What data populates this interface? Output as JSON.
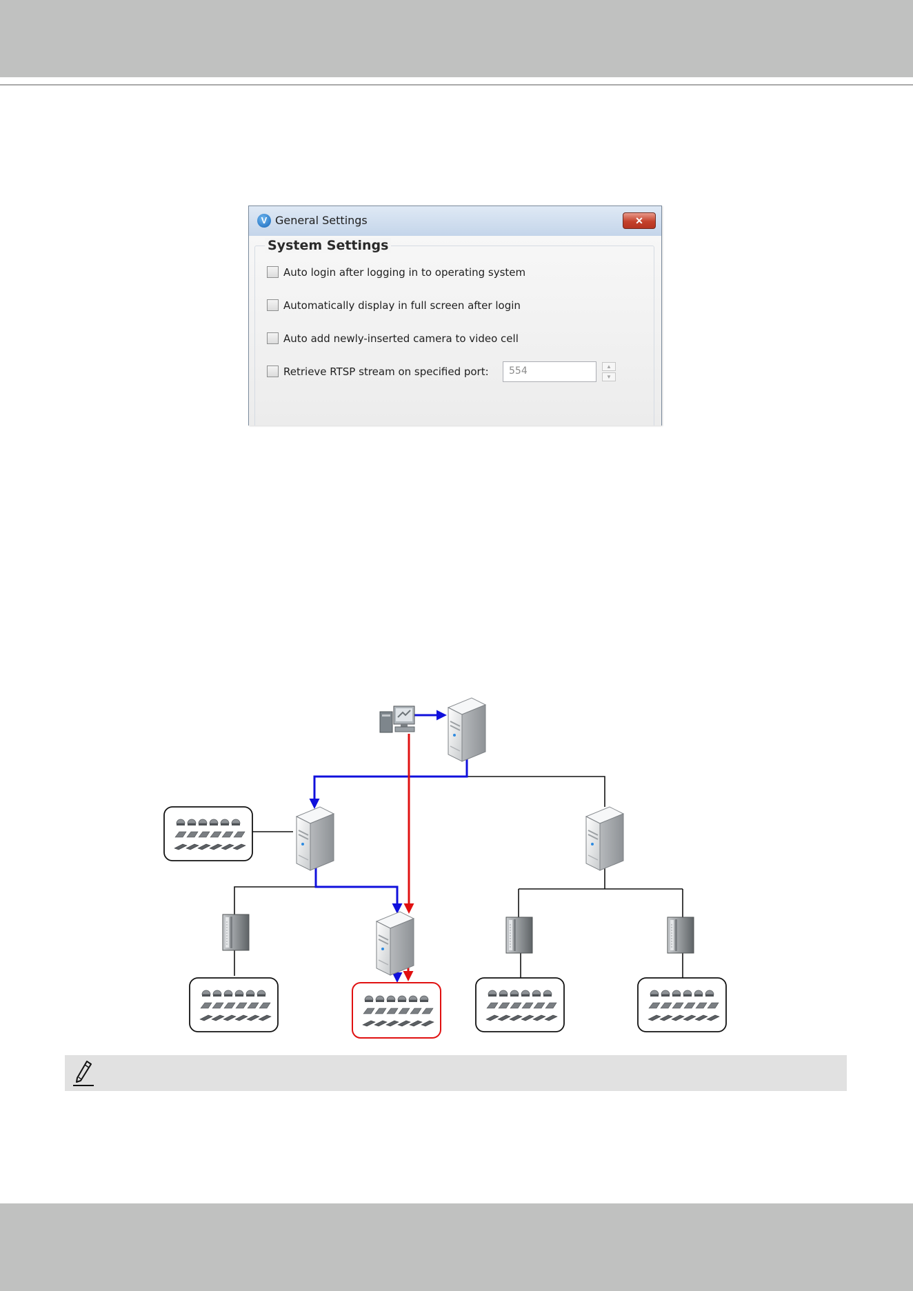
{
  "dialog": {
    "title": "General Settings",
    "close_glyph": "✕",
    "app_icon_glyph": "V",
    "group_title": "System Settings",
    "options": [
      {
        "label": "Auto login after logging in to operating system",
        "checked": false
      },
      {
        "label": "Automatically display in full screen after login",
        "checked": false
      },
      {
        "label": "Auto add newly-inserted camera to video cell",
        "checked": false
      },
      {
        "label": "Retrieve RTSP stream on specified port:",
        "checked": false
      }
    ],
    "rtsp_port": "554",
    "spin_up_glyph": "▲",
    "spin_down_glyph": "▼"
  },
  "diagram": {
    "nodes": [
      {
        "id": "client",
        "icon": "client-workstation-icon"
      },
      {
        "id": "top-server",
        "icon": "server-icon"
      },
      {
        "id": "left-server",
        "icon": "server-icon"
      },
      {
        "id": "right-server",
        "icon": "server-icon"
      },
      {
        "id": "left-bottom-server",
        "icon": "server-tower-icon"
      },
      {
        "id": "middle-server",
        "icon": "server-icon"
      },
      {
        "id": "right-bottom-left-server",
        "icon": "server-tower-icon"
      },
      {
        "id": "right-bottom-right-server",
        "icon": "server-tower-icon"
      }
    ],
    "camera_groups": [
      {
        "id": "left-server-cameras",
        "highlighted": false
      },
      {
        "id": "left-bottom-cameras",
        "highlighted": false
      },
      {
        "id": "middle-cameras",
        "highlighted": true
      },
      {
        "id": "right-bottom-left-cameras",
        "highlighted": false
      },
      {
        "id": "right-bottom-right-cameras",
        "highlighted": false
      }
    ],
    "colors": {
      "login_path": "#1010dc",
      "stream_path": "#e01010",
      "link": "#111111",
      "highlight_border": "#e01010"
    }
  },
  "note": {
    "icon": "pencil-icon"
  }
}
